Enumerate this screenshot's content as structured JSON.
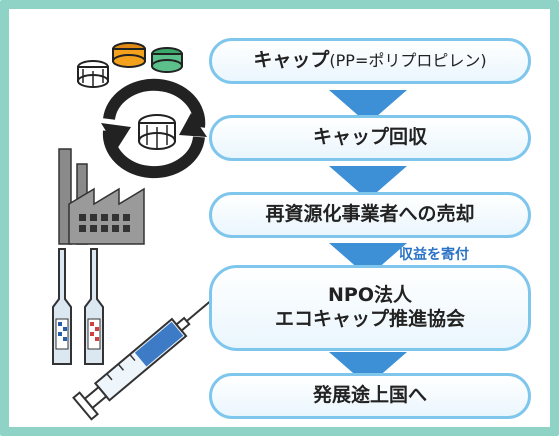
{
  "steps": [
    {
      "label": "キャップ",
      "sub": "(PP=ポリプロピレン)"
    },
    {
      "label": "キャップ回収"
    },
    {
      "label": "再資源化事業者への売却"
    },
    {
      "label_line1": "NPO法人",
      "label_line2": "エコキャップ推進協会"
    },
    {
      "label": "発展途上国へ"
    }
  ],
  "annotation": "収益を寄付",
  "colors": {
    "border": "#8fd3c6",
    "step_border": "#7fc6ec",
    "arrow": "#3d8fd6",
    "annotation": "#2b73c4"
  },
  "icons": [
    "bottle-caps-icon",
    "recycle-cap-icon",
    "factory-icon",
    "ampoules-icon",
    "syringe-icon"
  ]
}
